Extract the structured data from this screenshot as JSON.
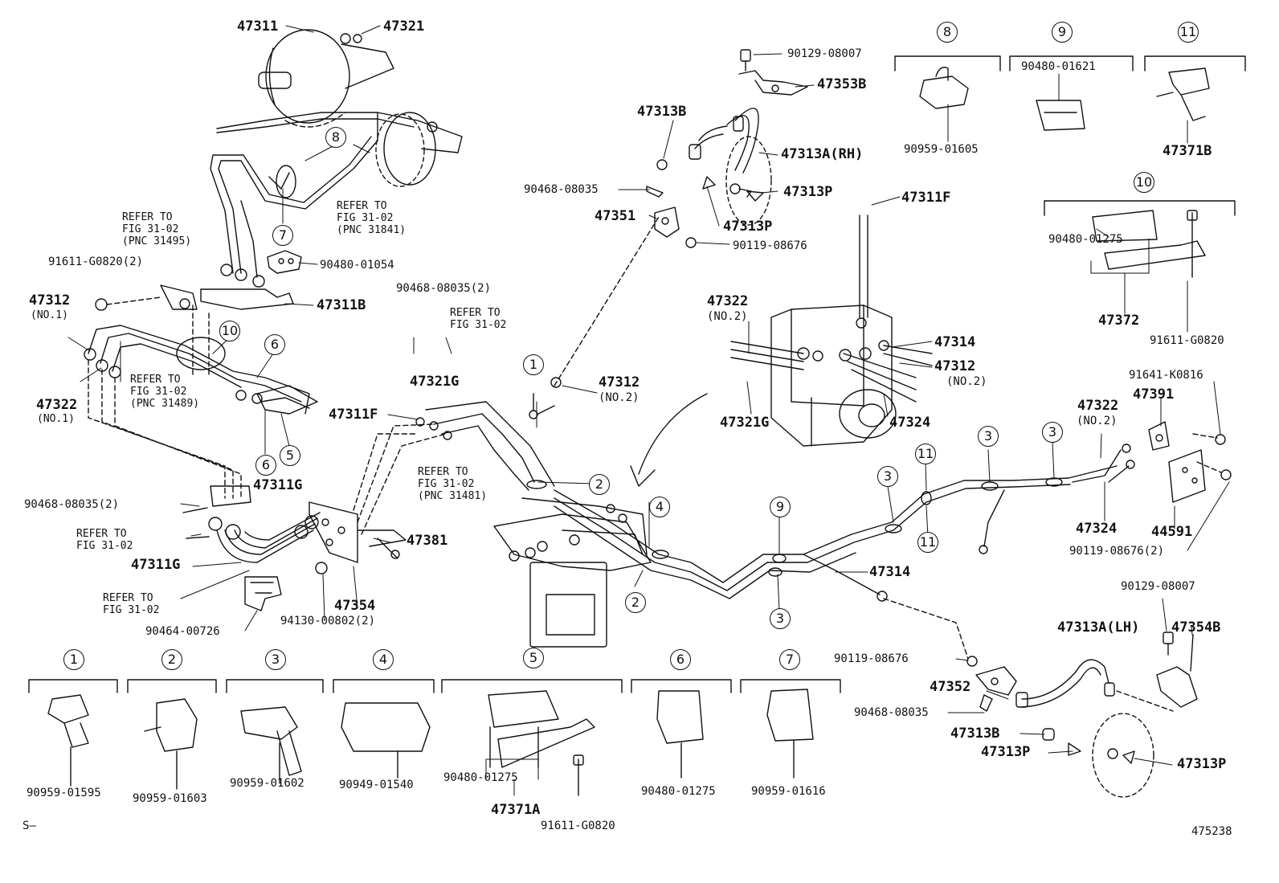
{
  "diagram_id": "475238",
  "corner_mark": "S–",
  "callouts": {
    "c1": "1",
    "c2": "2",
    "c3": "3",
    "c4": "4",
    "c5": "5",
    "c6": "6",
    "c7": "7",
    "c8": "8",
    "c9": "9",
    "c10": "10",
    "c11": "11"
  },
  "refer": {
    "fig_31495": "REFER TO\nFIG 31-02\n(PNC 31495)",
    "fig_31841": "REFER TO\nFIG 31-02\n(PNC 31841)",
    "fig_31489": "REFER TO\nFIG 31-02\n(PNC 31489)",
    "fig_mid": "REFER TO\nFIG 31-02",
    "fig_31481": "REFER TO\nFIG 31-02\n(PNC 31481)",
    "fig_lower1": "REFER TO\nFIG 31-02",
    "fig_lower2": "REFER TO\nFIG 31-02"
  },
  "parts": {
    "p47311": "47311",
    "p47321": "47321",
    "p90480_01054": "90480-01054",
    "p91611_g0820_2": "91611-G0820(2)",
    "p47312": "47312",
    "no1": "(NO.1)",
    "p47311b": "47311B",
    "p47322_l": "47322",
    "no1b": "(NO.1)",
    "p90468_08035_2a": "90468-08035(2)",
    "p47321g": "47321G",
    "p47311f_l": "47311F",
    "p47312_mid": "47312",
    "no2_mid": "(NO.2)",
    "p90468_08035_2b": "90468-08035(2)",
    "p47311g_a": "47311G",
    "p47311g_b": "47311G",
    "p47381": "47381",
    "p47354": "47354",
    "p94130": "94130-00802(2)",
    "p90464": "90464-00726",
    "p90129_08007_t": "90129-08007",
    "p47353b": "47353B",
    "p47313b_t": "47313B",
    "p47313a_rh": "47313A(RH)",
    "p90468_08035_t": "90468-08035",
    "p47313p_t1": "47313P",
    "p47351": "47351",
    "p47313p_t2": "47313P",
    "p90119_08676_t": "90119-08676",
    "p47311f_r": "47311F",
    "p47322_r": "47322",
    "no2_r": "(NO.2)",
    "p47314_r": "47314",
    "p47312_r": "47312",
    "no2_r2": "(NO.2)",
    "p47321g_r": "47321G",
    "p47324_r": "47324",
    "p90959_01605": "90959-01605",
    "p90480_01621": "90480-01621",
    "p47371b": "47371B",
    "p90480_01275_r": "90480-01275",
    "p47372": "47372",
    "p91611_g0820_r": "91611-G0820",
    "p91641": "91641-K0816",
    "p47391": "47391",
    "p47322_far": "47322",
    "no2_far": "(NO.2)",
    "p47324_far": "47324",
    "p44591": "44591",
    "p90119_2": "90119-08676(2)",
    "p47314_mid": "47314",
    "p90129_08007_b": "90129-08007",
    "p47313a_lh": "47313A(LH)",
    "p47354b": "47354B",
    "p90119_08676_b": "90119-08676",
    "p47352": "47352",
    "p90468_08035_b": "90468-08035",
    "p47313b_b": "47313B",
    "p47313p_b1": "47313P",
    "p47313p_b2": "47313P",
    "p90959_01595": "90959-01595",
    "p90959_01603": "90959-01603",
    "p90959_01602": "90959-01602",
    "p90949_01540": "90949-01540",
    "p90480_01275_5": "90480-01275",
    "p47371a": "47371A",
    "p91611_g0820_5": "91611-G0820",
    "p90480_01275_6": "90480-01275",
    "p90959_01616": "90959-01616"
  }
}
